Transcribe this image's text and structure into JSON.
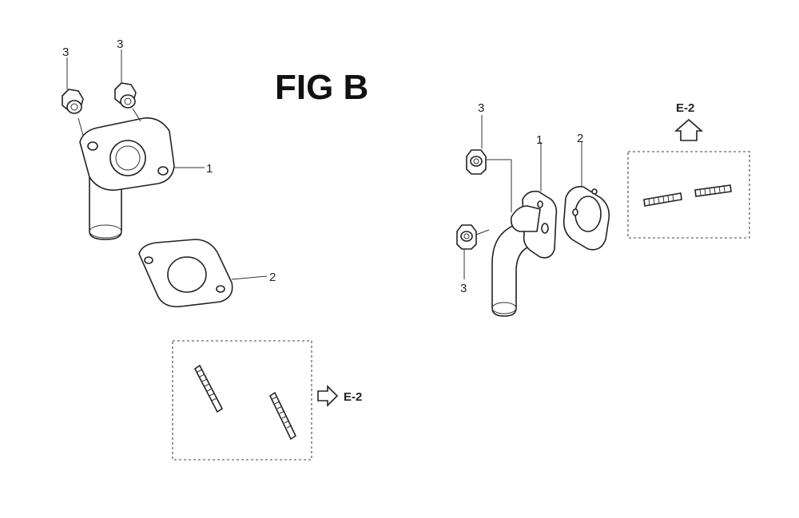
{
  "figure": {
    "title": "FIG B",
    "left_view": {
      "callouts": {
        "bolt_a": "3",
        "bolt_b": "3",
        "elbow": "1",
        "gasket": "2"
      },
      "reference": "E-2"
    },
    "right_view": {
      "callouts": {
        "bolt_upper": "3",
        "bolt_lower": "3",
        "elbow": "1",
        "gasket": "2"
      },
      "reference": "E-2"
    }
  }
}
